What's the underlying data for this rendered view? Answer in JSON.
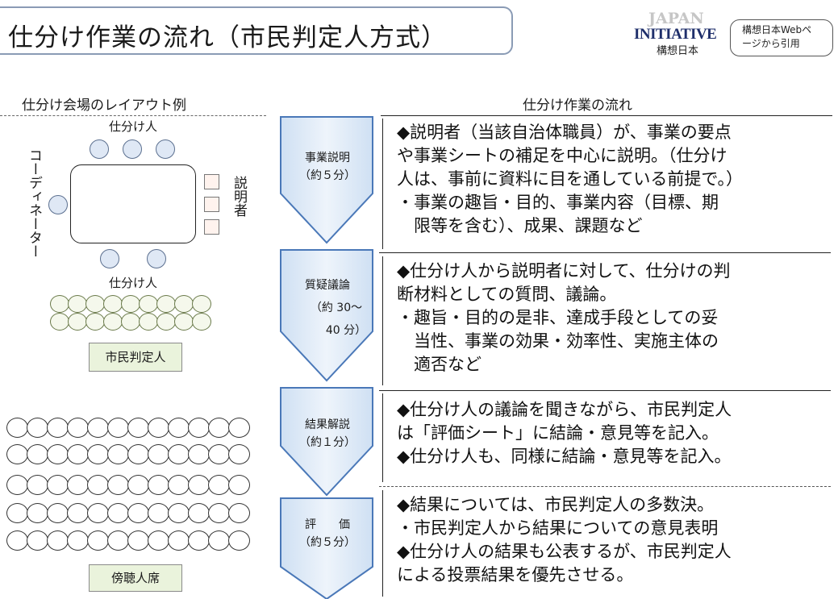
{
  "header": {
    "title": "仕分け作業の流れ（市民判定人方式）",
    "logo": {
      "top": "JAPAN",
      "main": "INITIATIVE",
      "sub": "構想日本"
    },
    "source_note_lines": [
      "構想日本Webペ",
      "ージから引用"
    ]
  },
  "left": {
    "heading": "仕分け会場のレイアウト例",
    "top_seats_label": "仕分け人",
    "bottom_seats_label": "仕分け人",
    "coordinator_label": "コーディネーター",
    "explainer_label": "説明者",
    "citizen_judges_label": "市民判定人",
    "audience_label": "傍聴人席"
  },
  "right": {
    "heading": "仕分け作業の流れ",
    "steps": [
      {
        "name": "事業説明",
        "duration": "（約５分）"
      },
      {
        "name": "質疑議論",
        "duration_1": "（約 30〜",
        "duration_2": "40 分）"
      },
      {
        "name": "結果解説",
        "duration": "（約１分）"
      },
      {
        "name": "評　　価",
        "duration": "（約５分）"
      }
    ],
    "descriptions": [
      [
        "◆説明者（当該自治体職員）が、事業の要点",
        "や事業シートの補足を中心に説明。（仕分け",
        "人は、事前に資料に目を通している前提で。）",
        "・事業の趣旨・目的、事業内容（目標、期",
        "　限等を含む）、成果、課題など"
      ],
      [
        "◆仕分け人から説明者に対して、仕分けの判",
        "断材料としての質問、議論。",
        "・趣旨・目的の是非、達成手段としての妥",
        "　当性、事業の効果・効率性、実施主体の",
        "　適否など"
      ],
      [
        "◆仕分け人の議論を聞きながら、市民判定人",
        "は「評価シート」に結論・意見等を記入。",
        "◆仕分け人も、同様に結論・意見等を記入。"
      ],
      [
        "◆結果については、市民判定人の多数決。",
        "・市民判定人から結果についての意見表明",
        "◆仕分け人の結果も公表するが、市民判定人",
        "による投票結果を優先させる。"
      ]
    ]
  }
}
